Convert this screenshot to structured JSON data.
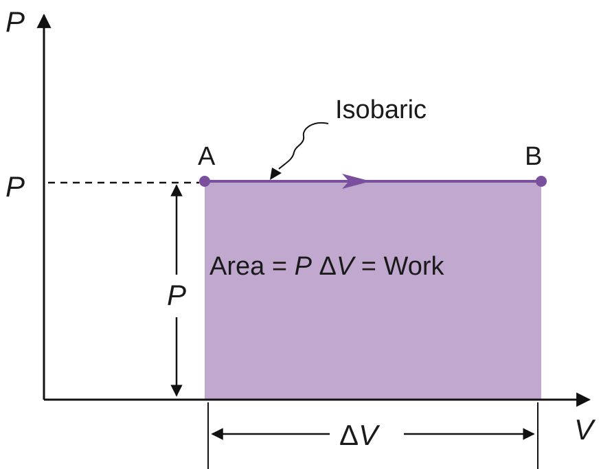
{
  "diagram": {
    "axes": {
      "y_label": "P",
      "x_label": "V"
    },
    "pressure_label": "P",
    "points": {
      "a": "A",
      "b": "B"
    },
    "process_label": "Isobaric",
    "area_text": {
      "prefix": "Area = ",
      "p": "P",
      "delta": " Δ",
      "v": "V",
      "suffix": " = Work"
    },
    "height_label": "P",
    "width_label": {
      "delta": "Δ",
      "v": "V"
    },
    "colors": {
      "region_fill": "#c0a8cf",
      "process_line": "#7a4f9e",
      "axis": "#111111"
    }
  }
}
